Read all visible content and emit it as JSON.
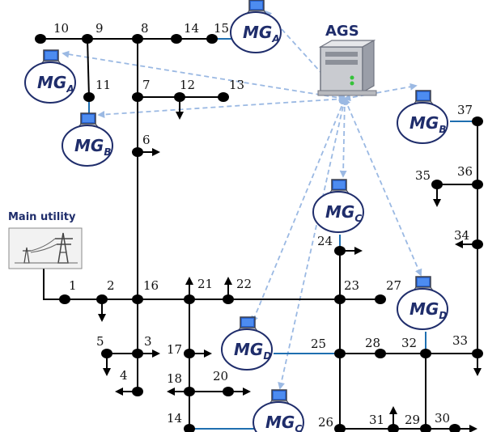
{
  "colors": {
    "line": "#000000",
    "mg_link": "#1f6fb0",
    "comm": "#9bb9e3",
    "mg_border": "#1f2d6b",
    "mg_text": "#1f2d6b"
  },
  "server_label": "AGS",
  "utility_label": "Main utility",
  "nodes": [
    {
      "id": "n10",
      "label": "10"
    },
    {
      "id": "n9",
      "label": "9"
    },
    {
      "id": "n8",
      "label": "8"
    },
    {
      "id": "n14",
      "label": "14"
    },
    {
      "id": "n15",
      "label": "15"
    },
    {
      "id": "n11",
      "label": "11"
    },
    {
      "id": "n7",
      "label": "7"
    },
    {
      "id": "n12",
      "label": "12"
    },
    {
      "id": "n13",
      "label": "13"
    },
    {
      "id": "n6",
      "label": "6"
    },
    {
      "id": "n1",
      "label": "1"
    },
    {
      "id": "n2",
      "label": "2"
    },
    {
      "id": "n16",
      "label": "16"
    },
    {
      "id": "n21",
      "label": "21"
    },
    {
      "id": "n22",
      "label": "22"
    },
    {
      "id": "n23",
      "label": "23"
    },
    {
      "id": "n27",
      "label": "27"
    },
    {
      "id": "n24",
      "label": "24"
    },
    {
      "id": "n5",
      "label": "5"
    },
    {
      "id": "n3",
      "label": "3"
    },
    {
      "id": "n4",
      "label": "4"
    },
    {
      "id": "n17",
      "label": "17"
    },
    {
      "id": "n18",
      "label": "18"
    },
    {
      "id": "n20",
      "label": "20"
    },
    {
      "id": "n19",
      "label": "14"
    },
    {
      "id": "n25",
      "label": "25"
    },
    {
      "id": "n28",
      "label": "28"
    },
    {
      "id": "n32",
      "label": "32"
    },
    {
      "id": "n33",
      "label": "33"
    },
    {
      "id": "n26",
      "label": "26"
    },
    {
      "id": "n31",
      "label": "31"
    },
    {
      "id": "n29",
      "label": "29"
    },
    {
      "id": "n30",
      "label": "30"
    },
    {
      "id": "n37",
      "label": "37"
    },
    {
      "id": "n36",
      "label": "36"
    },
    {
      "id": "n35",
      "label": "35"
    },
    {
      "id": "n34",
      "label": "34"
    }
  ],
  "microgrids": [
    {
      "id": "mg-a-top",
      "main": "MG",
      "sub": "A"
    },
    {
      "id": "mg-a-left",
      "main": "MG",
      "sub": "A"
    },
    {
      "id": "mg-b-left",
      "main": "MG",
      "sub": "B"
    },
    {
      "id": "mg-b-right",
      "main": "MG",
      "sub": "B"
    },
    {
      "id": "mg-c-top",
      "main": "MG",
      "sub": "C"
    },
    {
      "id": "mg-c-bottom",
      "main": "MG",
      "sub": "C"
    },
    {
      "id": "mg-d-left",
      "main": "MG",
      "sub": "D"
    },
    {
      "id": "mg-d-right",
      "main": "MG",
      "sub": "D"
    }
  ]
}
